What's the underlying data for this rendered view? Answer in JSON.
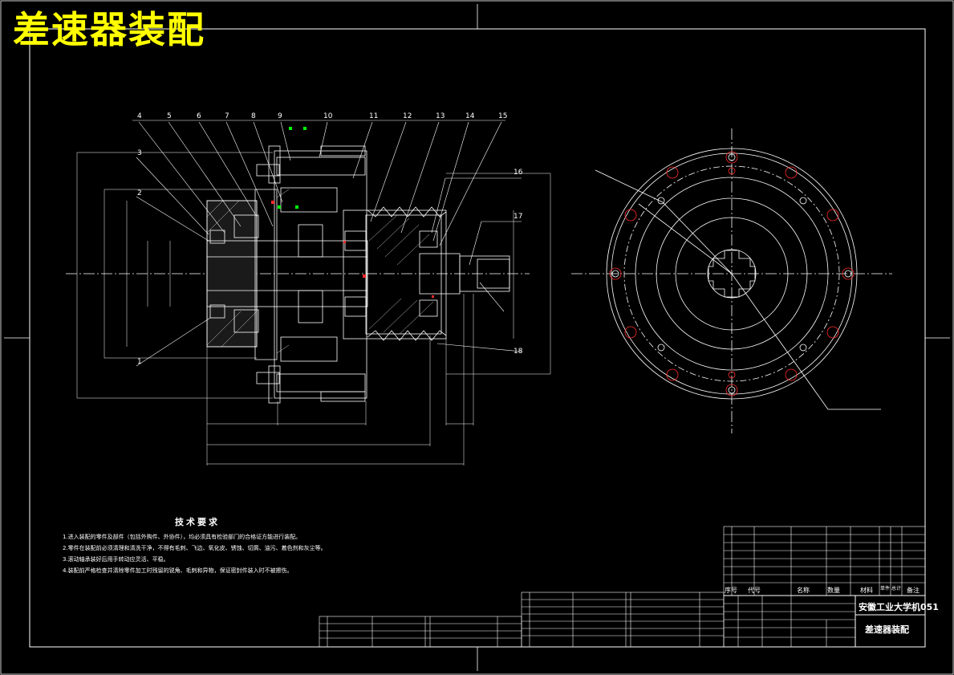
{
  "overlay_title": "差速器装配",
  "part_labels": [
    "1",
    "2",
    "3",
    "4",
    "5",
    "6",
    "7",
    "8",
    "9",
    "10",
    "11",
    "12",
    "13",
    "14",
    "15",
    "16",
    "17",
    "18"
  ],
  "tech_title": "技术要求",
  "tech_lines": [
    "1.进入装配的零件及部件（包括外购件、外协件），均必须具有检验部门的合格证方能进行装配。",
    "2.零件在装配前必须清理和清洗干净，不得有毛刺、飞边、氧化皮、锈蚀、切屑、油污、着色剂和灰尘等。",
    "3.滚动轴承装好后用手转动应灵活、平稳。",
    "4.装配前严格检查并清除零件加工时残留的锐角、毛刺和异物，保证密封件装入时不被擦伤。"
  ],
  "title_block": {
    "school": "安徽工业大学机051",
    "drawing_name": "差速器装配",
    "headers": [
      "序号",
      "代号",
      "名称",
      "数量",
      "材料",
      "单件",
      "总计",
      "备注"
    ]
  },
  "colors": {
    "line": "#ffffff",
    "accent": "#ffff00",
    "green": "#00ff00",
    "red": "#ff2a2a",
    "bg": "#000000"
  }
}
